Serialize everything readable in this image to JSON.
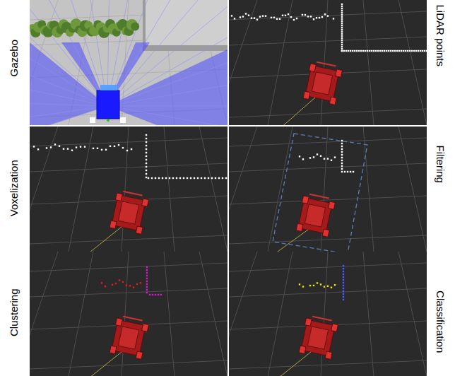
{
  "diagram": {
    "labels": [
      "Gazebo",
      "LiDAR points",
      "Voxelization",
      "Filtering",
      "Clustering",
      "Classification"
    ]
  }
}
